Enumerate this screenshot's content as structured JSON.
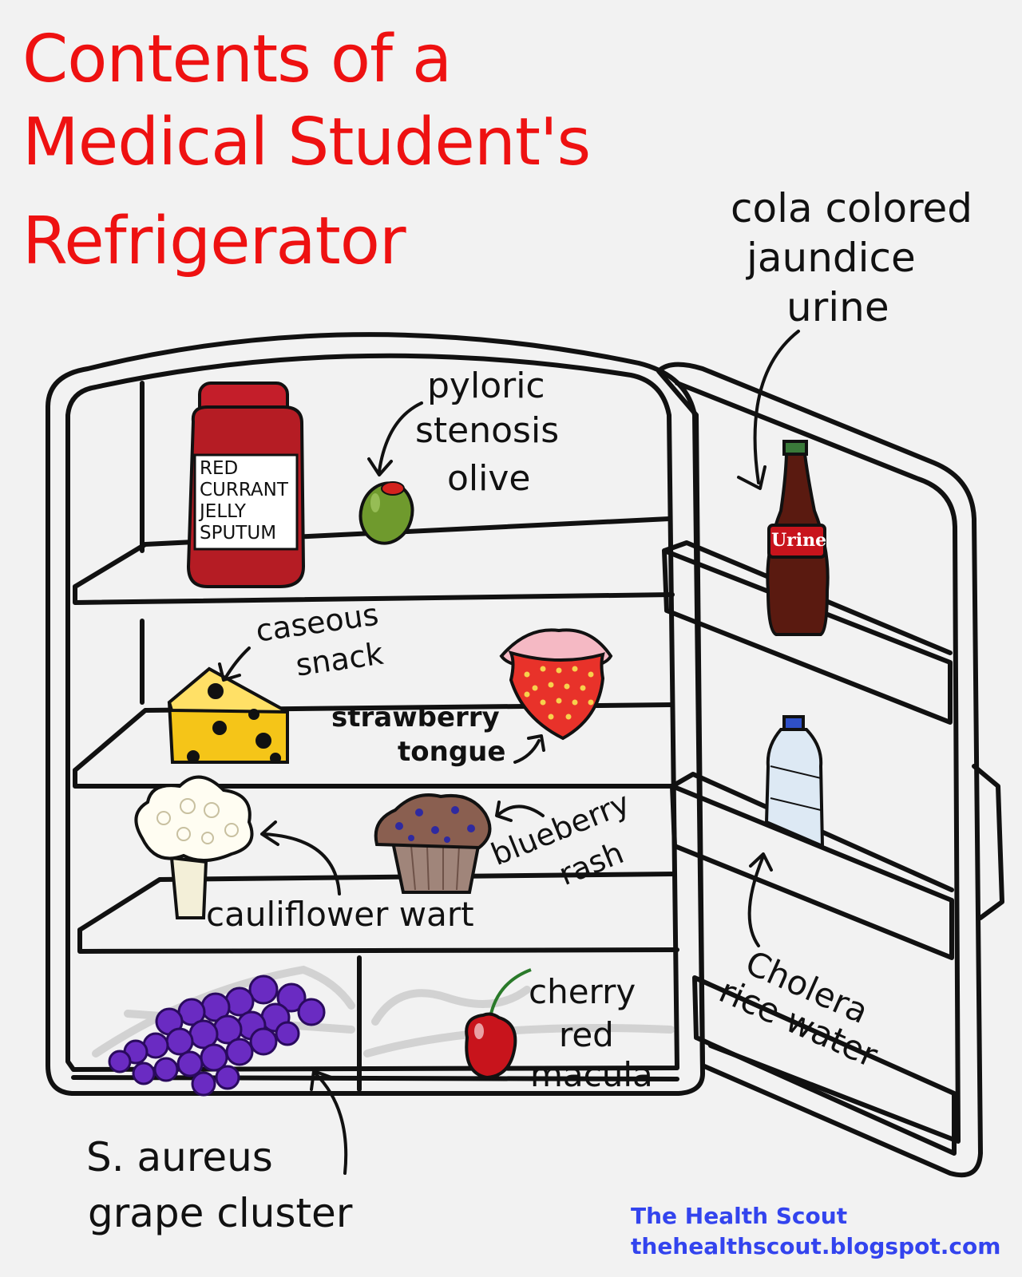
{
  "title": {
    "line1": "Contents of a",
    "line2": "Medical Student's",
    "line3": "Refrigerator"
  },
  "jar": {
    "label_lines": [
      "RED",
      "CURRANT",
      "JELLY",
      "SPUTUM"
    ]
  },
  "bottle": {
    "label": "Urine"
  },
  "annotations": {
    "pyloric": [
      "pyloric",
      "stenosis",
      "olive"
    ],
    "cola": [
      "cola colored",
      "jaundice",
      "urine"
    ],
    "caseous": [
      "caseous",
      "snack"
    ],
    "strawberry": [
      "strawberry",
      "tongue"
    ],
    "blueberry": [
      "blueberry",
      "rash"
    ],
    "cauliflower": "cauliflower wart",
    "cholera": [
      "Cholera",
      "rice water"
    ],
    "cherry": [
      "cherry",
      "red",
      "macula"
    ],
    "saureus": [
      "S. aureus",
      "grape cluster"
    ]
  },
  "credit": {
    "name": "The Health Scout",
    "url": "thehealthscout.blogspot.com"
  },
  "colors": {
    "title": "#ee1111",
    "credit": "#3344ee",
    "jar": "#b51c24",
    "grapes": "#6a2bc2",
    "cheese": "#f5c518",
    "strawberry": "#e8322a",
    "cherry": "#c8141c",
    "olive": "#6f9a2d",
    "bottle": "#5a1a10"
  }
}
